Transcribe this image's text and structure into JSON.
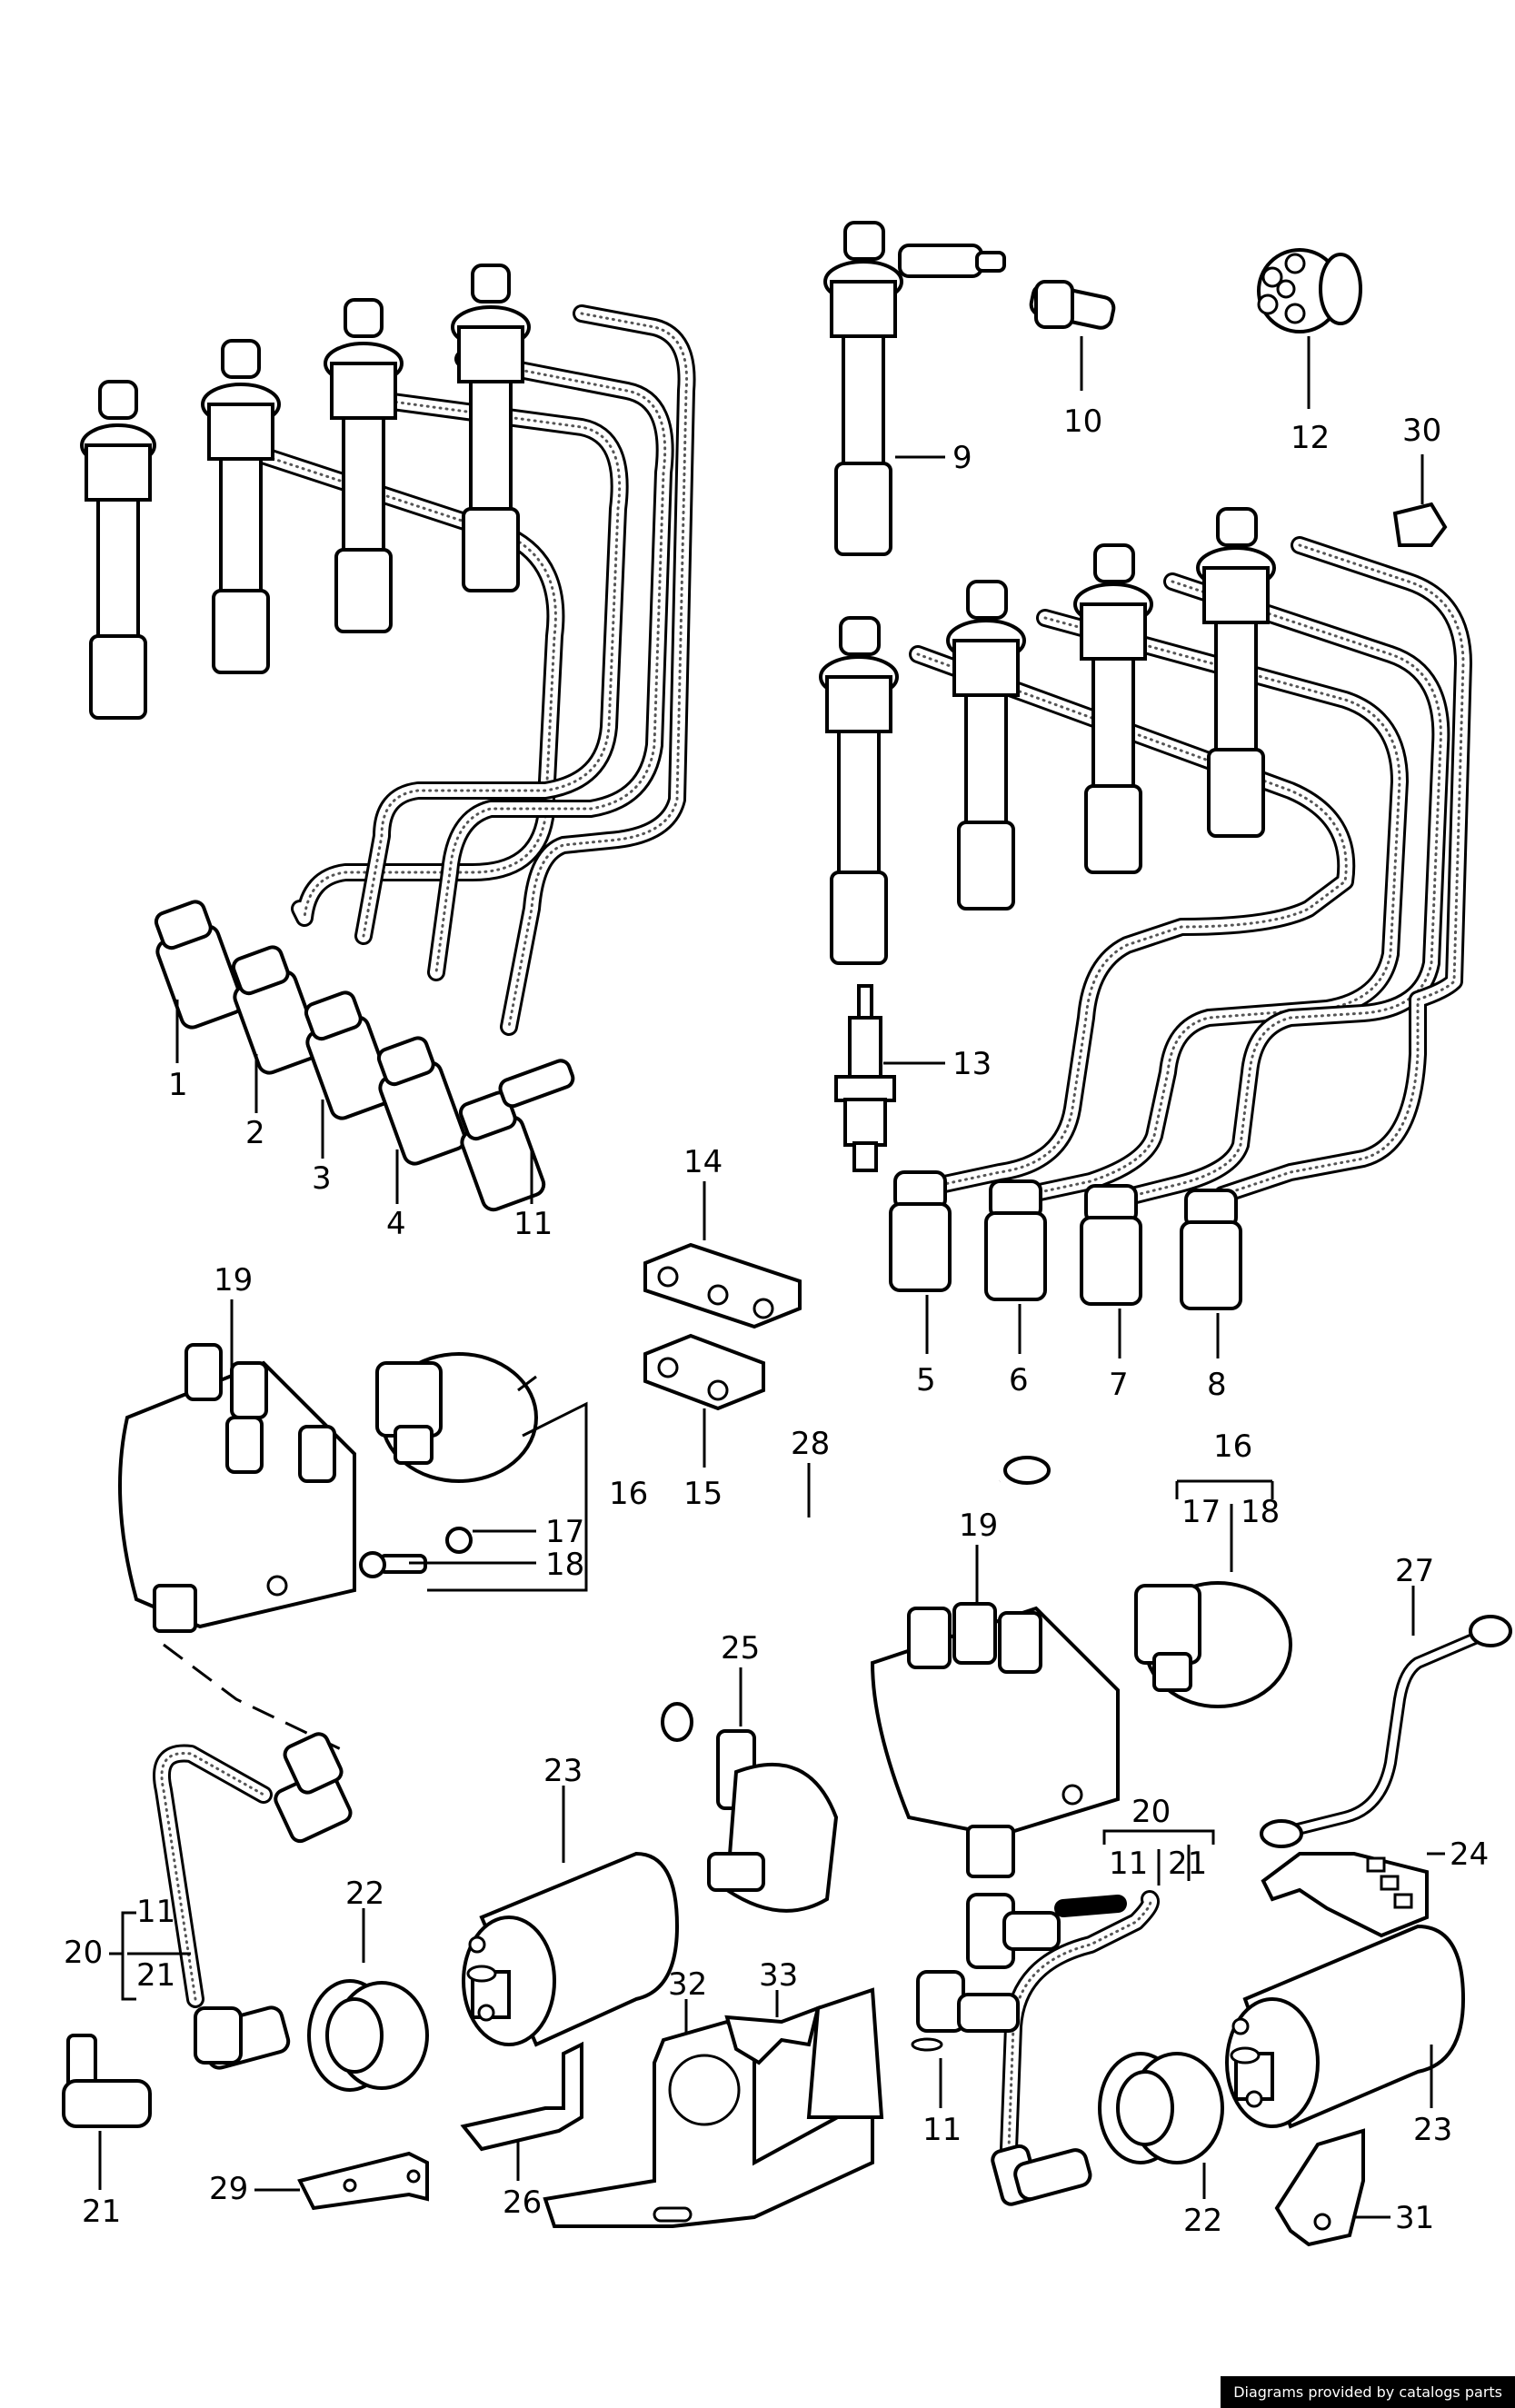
{
  "labels": {
    "l1": "1",
    "l2": "2",
    "l3": "3",
    "l4": "4",
    "l5": "5",
    "l6": "6",
    "l7": "7",
    "l8": "8",
    "l9": "9",
    "l10": "10",
    "l11a": "11",
    "l12": "12",
    "l13": "13",
    "l14": "14",
    "l15": "15",
    "l16a": "16",
    "l17a": "17",
    "l18a": "18",
    "l19a": "19",
    "l28": "28",
    "l25": "25",
    "l19b": "19",
    "l16b": "16",
    "l17b": "17",
    "l18b": "18",
    "l27": "27",
    "l30": "30",
    "l20a": "20",
    "l11b": "11",
    "l21a": "21",
    "l22a": "22",
    "l23a": "23",
    "l21b": "21",
    "l29": "29",
    "l26": "26",
    "l32": "32",
    "l33": "33",
    "l20b": "20",
    "l11c": "11",
    "l21c": "21",
    "l11d": "11",
    "l22b": "22",
    "l23b": "23",
    "l24": "24",
    "l31": "31"
  },
  "credit": "Diagrams provided by catalogs parts"
}
